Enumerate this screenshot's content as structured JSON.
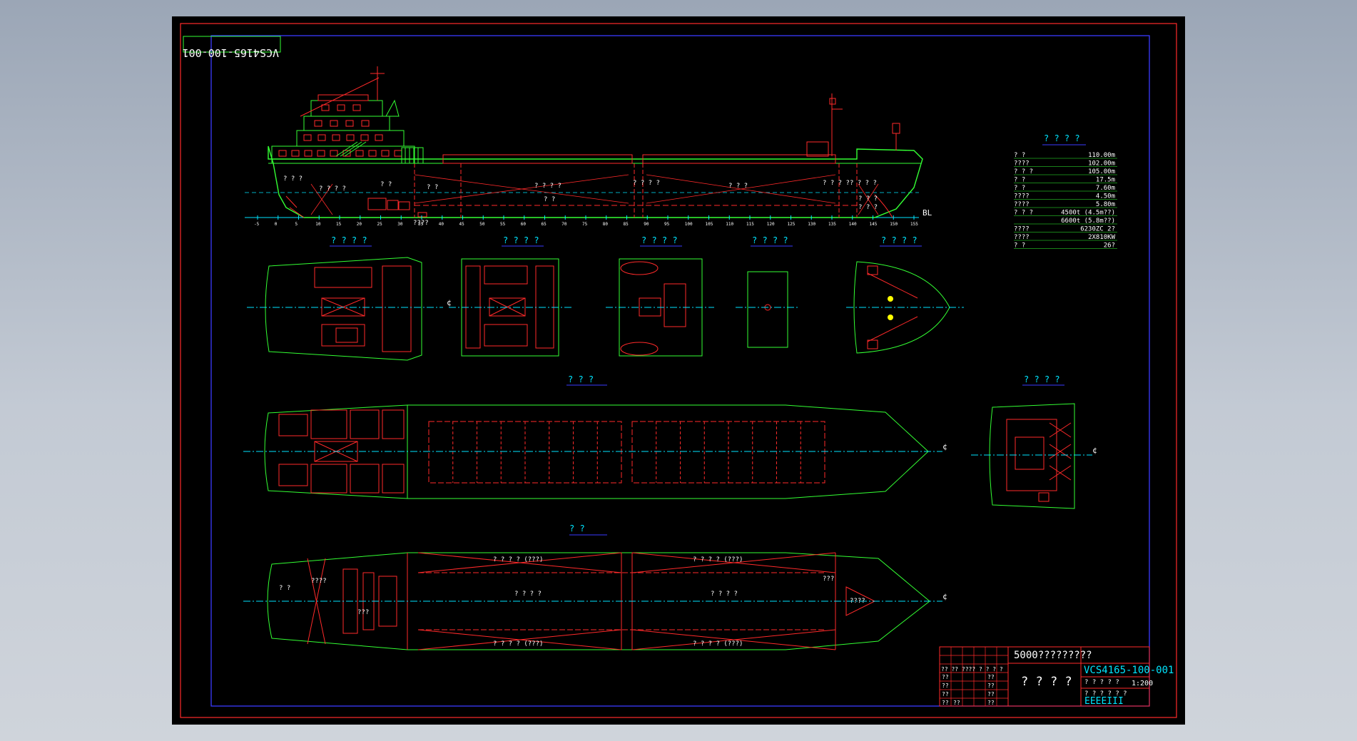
{
  "drawing": {
    "rotated_label": "VCS4165-100-001",
    "baseline_label": "BL",
    "centerline_symbol": "¢",
    "profile_labels": [
      "? ? ?",
      "? ? ? ?",
      "? ?",
      "? ?",
      "? ? ? ?",
      "? ?",
      "? ? ? ?",
      "? ? ?",
      "? ? ? ?",
      "? ? ? ?",
      "? ? ?",
      "? ? ?",
      "????"
    ],
    "frame_numbers": [
      "-5",
      "0",
      "5",
      "10",
      "15",
      "20",
      "25",
      "30",
      "35",
      "40",
      "45",
      "50",
      "55",
      "60",
      "65",
      "70",
      "75",
      "80",
      "85",
      "90",
      "95",
      "100",
      "105",
      "110",
      "115",
      "120",
      "125",
      "130",
      "135",
      "140",
      "145",
      "150",
      "155"
    ],
    "view_titles": {
      "deck1": "? ? ? ?",
      "deck2": "? ? ? ?",
      "deck3": "? ? ? ?",
      "deck4": "? ? ? ?",
      "deck5": "? ? ? ?",
      "main_deck": "?  ?  ?",
      "aft_detail": "? ? ? ?",
      "hold_plan": "?          ?"
    },
    "plan_text": {
      "hatch_top_1": "? ? ? ? (???)",
      "hatch_top_2": "? ? ? ? (???)",
      "hatch_bottom_1": "? ? ? ? (???)",
      "hatch_bottom_2": "? ? ? ? (???)",
      "hold_1": "? ? ? ?",
      "hold_2": "? ? ? ?",
      "engine_1": "? ?",
      "engine_2": "????",
      "fore_1": "????",
      "fore_2": "???",
      "pump": "???"
    }
  },
  "particulars": {
    "title": "? ? ? ?",
    "rows": [
      {
        "label": "?     ?",
        "value": "110.00m"
      },
      {
        "label": "????",
        "value": "102.00m"
      },
      {
        "label": "? ? ?",
        "value": "105.00m"
      },
      {
        "label": "?     ?",
        "value": "17.5m"
      },
      {
        "label": "?     ?",
        "value": "7.60m"
      },
      {
        "label": "????",
        "value": "4.50m"
      },
      {
        "label": "????",
        "value": "5.80m"
      },
      {
        "label": "? ? ?",
        "value": "4500t (4.5m??)"
      },
      {
        "label": "",
        "value": "6600t (5.8m??)"
      },
      {
        "label": "????",
        "value": "6230ZC  2?"
      },
      {
        "label": "????",
        "value": "2X810KW"
      },
      {
        "label": "?     ?",
        "value": "26?"
      }
    ]
  },
  "title_block": {
    "ship_name": "5000?????????",
    "drawing_no": "VCS4165-100-001",
    "drawing_title": "? ? ? ?",
    "scale": "1:200",
    "row_a": "? ?   ? ?   ?",
    "row_b": "? ?   ? ?   ?   ?",
    "left_headers": "?? ??  ????   ? ?  ? ?",
    "left_col": [
      "??",
      "??",
      "??",
      "??",
      "??"
    ],
    "mid_col": [
      "??",
      "??",
      "??",
      "??"
    ],
    "sheet_letters": "EEEEIII"
  },
  "colors": {
    "sheet": "#000000",
    "outer_border": "#ff2a2a",
    "inner_border": "#3a3aff",
    "hull": "#33ff33",
    "structure": "#ff2a2a",
    "dims": "#00e5ff",
    "text": "#ffffff",
    "highlight": "#ffff00"
  }
}
